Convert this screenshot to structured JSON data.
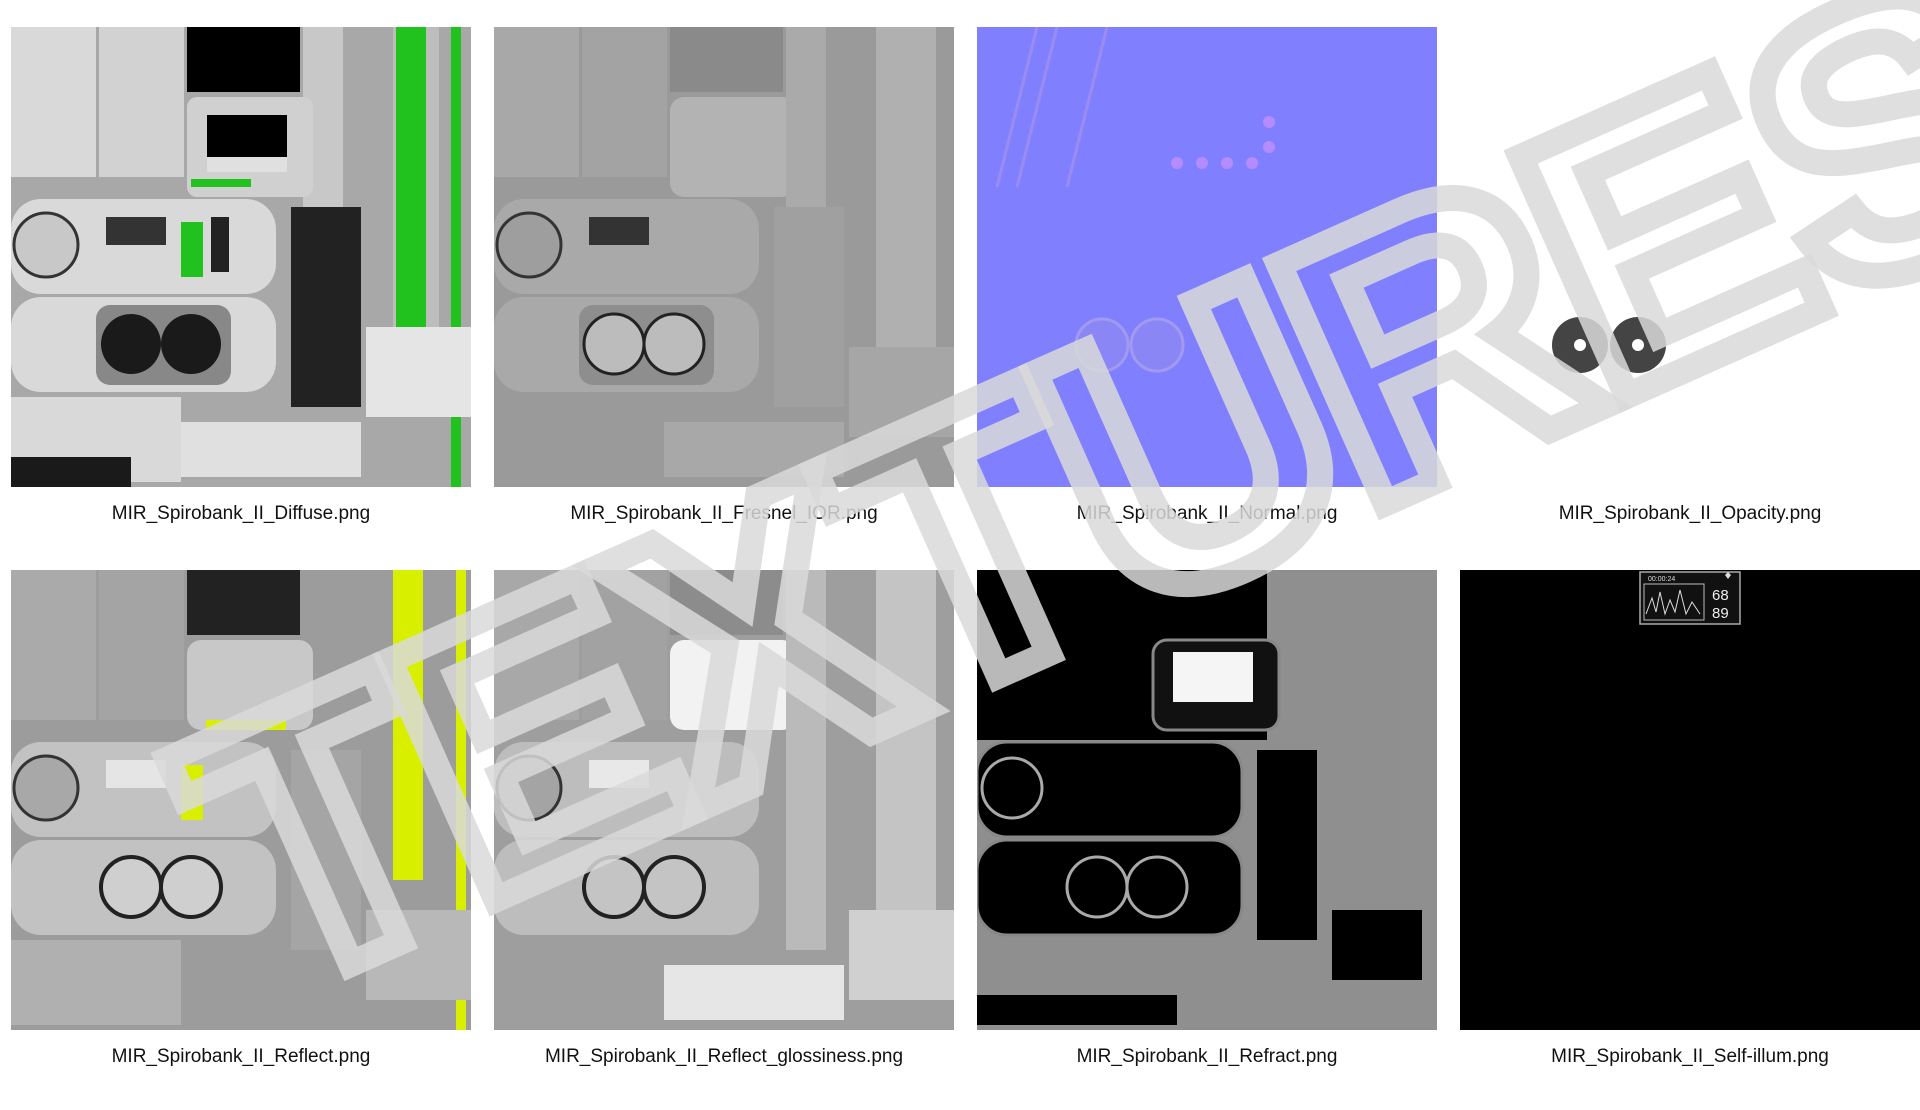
{
  "textures": [
    {
      "filename": "MIR_Spirobank_II_Diffuse.png",
      "kind": "diffuse"
    },
    {
      "filename": "MIR_Spirobank_II_Fresnel_IOR.png",
      "kind": "fresnel"
    },
    {
      "filename": "MIR_Spirobank_II_Normal.png",
      "kind": "normal"
    },
    {
      "filename": "MIR_Spirobank_II_Opacity.png",
      "kind": "opacity"
    },
    {
      "filename": "MIR_Spirobank_II_Reflect.png",
      "kind": "reflect"
    },
    {
      "filename": "MIR_Spirobank_II_Reflect_glossiness.png",
      "kind": "gloss"
    },
    {
      "filename": "MIR_Spirobank_II_Refract.png",
      "kind": "refract"
    },
    {
      "filename": "MIR_Spirobank_II_Self-illum.png",
      "kind": "selfillum"
    }
  ],
  "watermark": {
    "text": "TEXTURES"
  },
  "selfillum_display": {
    "timer": "00:00:24",
    "value_top": "68",
    "value_bottom": "89"
  },
  "colors": {
    "diffuse_green": "#22c21e",
    "reflect_yellow": "#d8f000",
    "normal_blue": "#8080ff",
    "watermark": "#d9d9d9"
  }
}
